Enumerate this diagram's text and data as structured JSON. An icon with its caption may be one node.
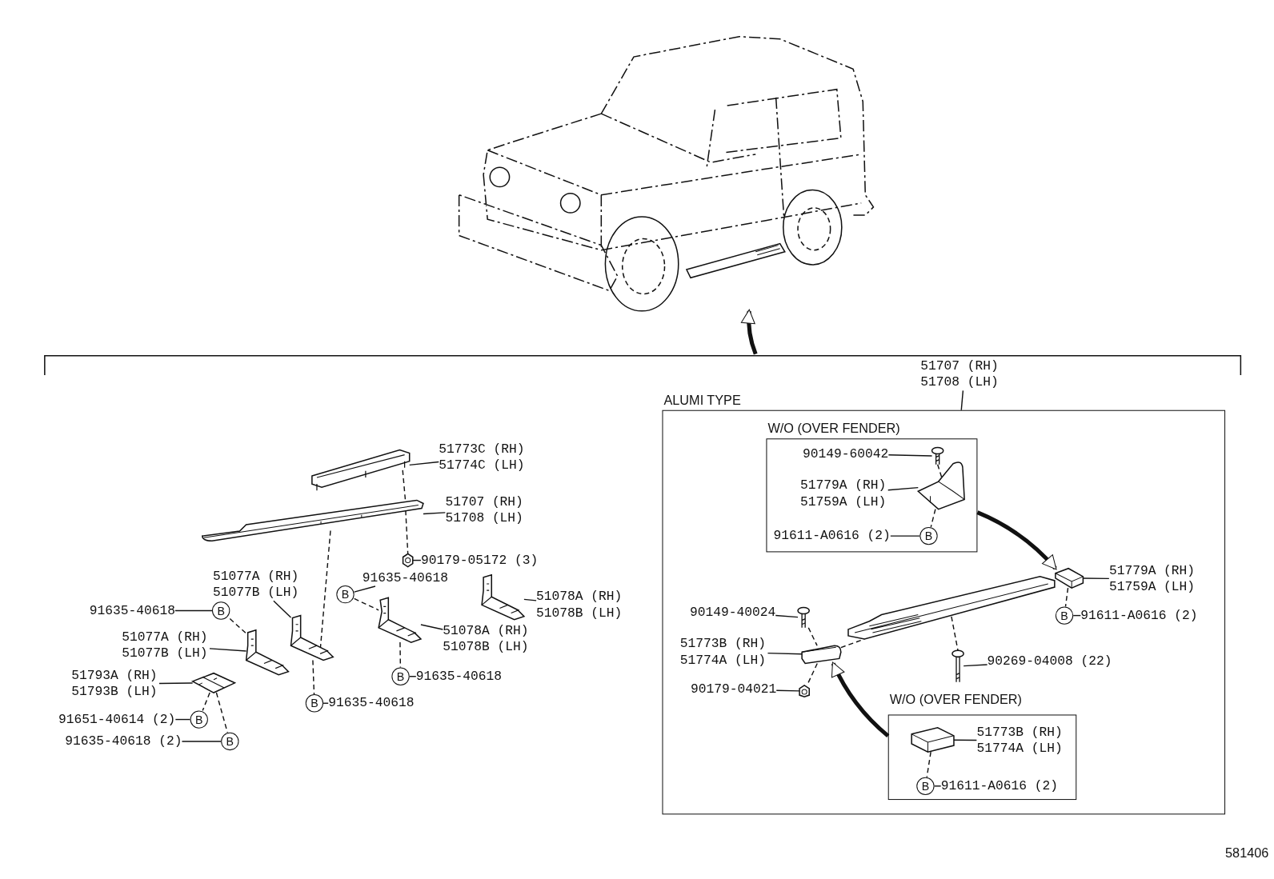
{
  "diagram": {
    "nodes": [
      {
        "text": [],
        "shape": "picture"
      },
      {
        "text": [],
        "shape": "picture"
      },
      {
        "text": [
          "51773C (RH) 51774C (LH)"
        ]
      },
      {
        "text": [],
        "shape": "picture"
      },
      {
        "text": [
          "51707 (RH) 51708 (LH)"
        ]
      },
      {
        "text": [],
        "shape": "picture"
      },
      {
        "text": [
          "90179-05172 (3)"
        ]
      },
      {
        "text": [
          "51077A (RH) 51077B (LH)"
        ]
      },
      {
        "text": [],
        "shape": "picture"
      },
      {
        "text": [
          "91635-40618"
        ]
      },
      {
        "text": [
          "B"
        ]
      },
      {
        "text": [],
        "shape": "picture"
      },
      {
        "text": [
          "51077A (RH) 51077B (LH)"
        ]
      },
      {
        "text": [
          "91635-40618"
        ]
      },
      {
        "text": [
          "B"
        ]
      },
      {
        "text": [],
        "shape": "picture"
      },
      {
        "text": [
          "51078A (RH) 51078B (LH)"
        ]
      },
      {
        "text": [
          "B"
        ]
      },
      {
        "text": [
          "91635-40618"
        ]
      },
      {
        "text": [],
        "shape": "picture"
      },
      {
        "text": [
          "51078A (RH) 51078B (LH)"
        ]
      },
      {
        "text": [],
        "shape": "picture"
      },
      {
        "text": [
          "51793A (RH) 51793B (LH)"
        ]
      },
      {
        "text": [
          "B"
        ]
      },
      {
        "text": [
          "91651-40614 (2)"
        ]
      },
      {
        "text": [
          "B"
        ]
      },
      {
        "text": [
          "91635-40618 (2)"
        ]
      },
      {
        "text": [
          "B"
        ]
      },
      {
        "text": [
          "91635-40618"
        ]
      },
      {
        "text": [
          "51707 (RH) 51708 (LH)"
        ]
      },
      {
        "text": [
          "ALUMI TYPE"
        ]
      },
      {
        "text": [
          "W/O (OVER FENDER)"
        ],
        "in": 30
      },
      {
        "text": [
          "90149-60042"
        ],
        "in": 31
      },
      {
        "text": [],
        "shape": "picture",
        "in": 31
      },
      {
        "text": [
          "51779A (RH) 51759A (LH)"
        ],
        "in": 31
      },
      {
        "text": [],
        "shape": "picture",
        "in": 31
      },
      {
        "text": [
          "91611-A0616 (2)"
        ],
        "in": 31
      },
      {
        "text": [
          "B"
        ],
        "in": 31
      },
      {
        "text": [],
        "shape": "picture",
        "in": 30
      },
      {
        "text": [
          "51779A (RH) 51759A (LH)"
        ],
        "in": 30
      },
      {
        "text": [
          "B"
        ],
        "in": 30
      },
      {
        "text": [
          "91611-A0616 (2)"
        ],
        "in": 30
      },
      {
        "text": [],
        "shape": "picture",
        "in": 30
      },
      {
        "text": [],
        "shape": "picture",
        "in": 30
      },
      {
        "text": [
          "90269-04008 (22)"
        ],
        "in": 30
      },
      {
        "text": [
          "90149-40024"
        ],
        "in": 30
      },
      {
        "text": [],
        "shape": "picture",
        "in": 30
      },
      {
        "text": [
          "51773B (RH) 51774A (LH)"
        ],
        "in": 30
      },
      {
        "text": [],
        "shape": "picture",
        "in": 30
      },
      {
        "text": [
          "90179-04021"
        ],
        "in": 30
      },
      {
        "text": [],
        "shape": "picture",
        "in": 30
      },
      {
        "text": [
          "W/O (OVER FENDER)"
        ],
        "in": 30
      },
      {
        "text": [],
        "shape": "picture",
        "in": 51
      },
      {
        "text": [
          "51773B (RH) 51774A (LH)"
        ],
        "in": 51
      },
      {
        "text": [
          "B"
        ],
        "in": 51
      },
      {
        "text": [
          "91611-A0616 (2)"
        ],
        "in": 51
      }
    ],
    "edges": [
      {
        "from": 2,
        "to": 1,
        "arrow": "none"
      },
      {
        "from": 1,
        "to": 3,
        "arrow": "none",
        "style": "dashed"
      },
      {
        "from": 4,
        "to": 3,
        "arrow": "none"
      },
      {
        "from": 3,
        "to": 5,
        "arrow": "none",
        "style": "dashed"
      },
      {
        "from": 6,
        "to": 5,
        "arrow": "none"
      },
      {
        "from": 3,
        "to": 8,
        "arrow": "none",
        "style": "dashed"
      },
      {
        "from": 7,
        "to": 8,
        "arrow": "none"
      },
      {
        "from": 9,
        "to": 10,
        "arrow": "none"
      },
      {
        "from": 10,
        "to": 11,
        "arrow": "none",
        "style": "dashed"
      },
      {
        "from": 12,
        "to": 11,
        "arrow": "none"
      },
      {
        "from": 13,
        "to": 14,
        "arrow": "none"
      },
      {
        "from": 14,
        "to": 15,
        "arrow": "none",
        "style": "dashed"
      },
      {
        "from": 16,
        "to": 15,
        "arrow": "none"
      },
      {
        "from": 15,
        "to": 17,
        "arrow": "none",
        "style": "dashed"
      },
      {
        "from": 18,
        "to": 17,
        "arrow": "none"
      },
      {
        "from": 20,
        "to": 19,
        "arrow": "none"
      },
      {
        "from": 22,
        "to": 21,
        "arrow": "none"
      },
      {
        "from": 21,
        "to": 23,
        "arrow": "none",
        "style": "dashed"
      },
      {
        "from": 24,
        "to": 23,
        "arrow": "none"
      },
      {
        "from": 21,
        "to": 25,
        "arrow": "none",
        "style": "dashed"
      },
      {
        "from": 26,
        "to": 25,
        "arrow": "none"
      },
      {
        "from": 8,
        "to": 27,
        "arrow": "none",
        "style": "dashed"
      },
      {
        "from": 28,
        "to": 27,
        "arrow": "none"
      },
      {
        "from": null,
        "to": 0,
        "arrow": "to",
        "style": "thick"
      },
      {
        "from": 29,
        "to": 30,
        "arrow": "none"
      },
      {
        "from": 32,
        "to": 33,
        "arrow": "none"
      },
      {
        "from": 33,
        "to": 35,
        "arrow": "none",
        "style": "dashed"
      },
      {
        "from": 34,
        "to": 35,
        "arrow": "none"
      },
      {
        "from": 35,
        "to": 37,
        "arrow": "none",
        "style": "dashed"
      },
      {
        "from": 36,
        "to": 37,
        "arrow": "none"
      },
      {
        "from": 31,
        "to": 38,
        "arrow": "to",
        "style": "thick"
      },
      {
        "from": 39,
        "to": 38,
        "arrow": "none"
      },
      {
        "from": 38,
        "to": 40,
        "arrow": "none",
        "style": "dashed"
      },
      {
        "from": 41,
        "to": 40,
        "arrow": "none"
      },
      {
        "from": 42,
        "to": 43,
        "arrow": "none",
        "style": "dashed"
      },
      {
        "from": 44,
        "to": 43,
        "arrow": "none"
      },
      {
        "from": 45,
        "to": 46,
        "arrow": "none"
      },
      {
        "from": 46,
        "to": 48,
        "arrow": "none",
        "style": "dashed"
      },
      {
        "from": 47,
        "to": 48,
        "arrow": "none"
      },
      {
        "from": 48,
        "to": 50,
        "arrow": "none",
        "style": "dashed"
      },
      {
        "from": 49,
        "to": 50,
        "arrow": "none"
      },
      {
        "from": 48,
        "to": 42,
        "arrow": "none",
        "style": "dashed"
      },
      {
        "from": 51,
        "to": 48,
        "arrow": "to",
        "style": "thick"
      },
      {
        "from": 53,
        "to": 52,
        "arrow": "none"
      },
      {
        "from": 52,
        "to": 54,
        "arrow": "none",
        "style": "dashed"
      },
      {
        "from": 55,
        "to": 54,
        "arrow": "none"
      }
    ],
    "labels": [
      "581406"
    ]
  }
}
